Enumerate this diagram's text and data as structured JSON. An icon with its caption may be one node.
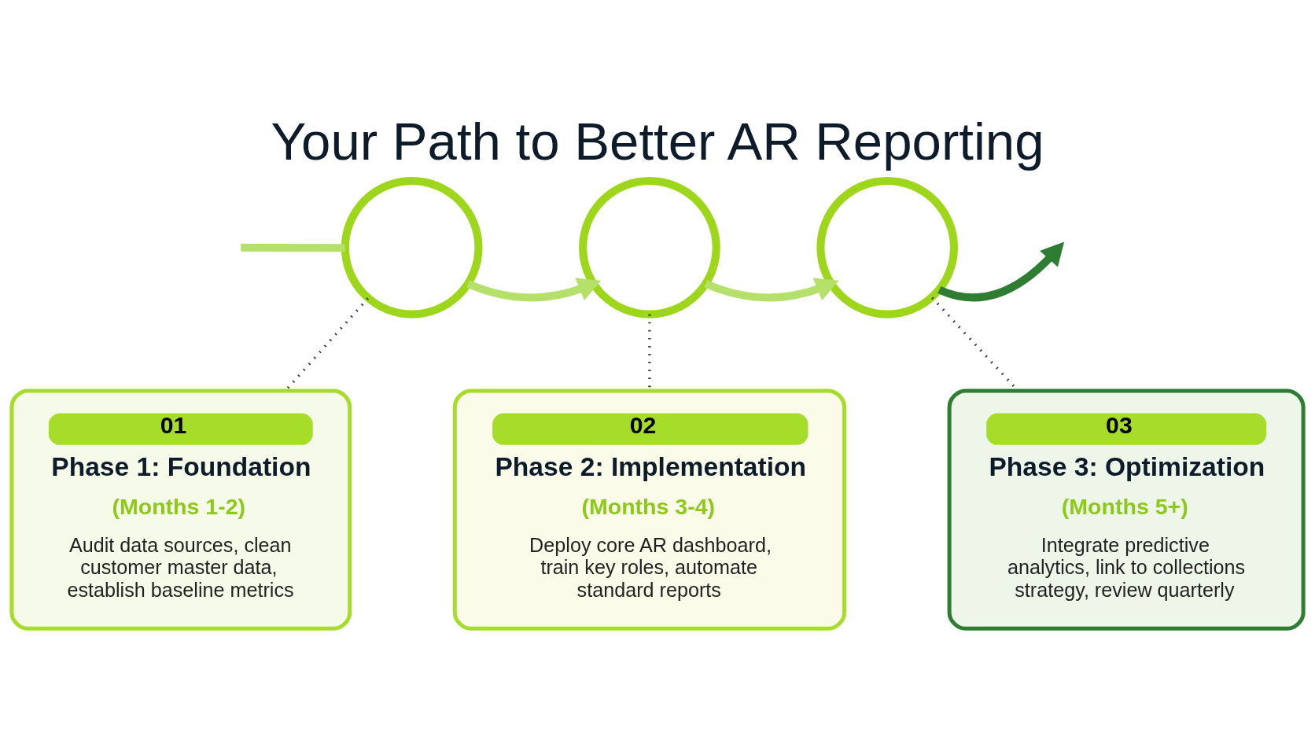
{
  "diagram": {
    "title": "Your Path to Better AR Reporting",
    "nodes": [
      {
        "text": [],
        "shape": "circle"
      },
      {
        "text": [],
        "shape": "circle"
      },
      {
        "text": [],
        "shape": "circle"
      },
      {
        "text": [
          "01",
          "Phase 1: Foundation",
          "(Months 1-2)",
          "Audit data sources, clean customer master data, establish baseline metrics"
        ]
      },
      {
        "text": [
          "02",
          "Phase 2: Implementation",
          "(Months 3-4)",
          "Deploy core AR dashboard, train key roles, automate standard reports"
        ]
      },
      {
        "text": [
          "03",
          "Phase 3: Optimization",
          "(Months 5+)",
          "Integrate predictive analytics, link to collections strategy, review quarterly"
        ]
      }
    ],
    "edges": [
      {
        "from": null,
        "to": 0,
        "arrow": "none"
      },
      {
        "from": 0,
        "to": 1,
        "arrow": "to"
      },
      {
        "from": 1,
        "to": 2,
        "arrow": "to"
      },
      {
        "from": 2,
        "to": null,
        "arrow": "to",
        "color": "#2e7d32"
      },
      {
        "from": 0,
        "to": 3,
        "arrow": "none",
        "style": "dashed",
        "color": "#333333"
      },
      {
        "from": 1,
        "to": 4,
        "arrow": "none",
        "style": "dashed",
        "color": "#333333"
      },
      {
        "from": 2,
        "to": 5,
        "arrow": "none",
        "style": "dashed",
        "color": "#333333"
      }
    ]
  }
}
